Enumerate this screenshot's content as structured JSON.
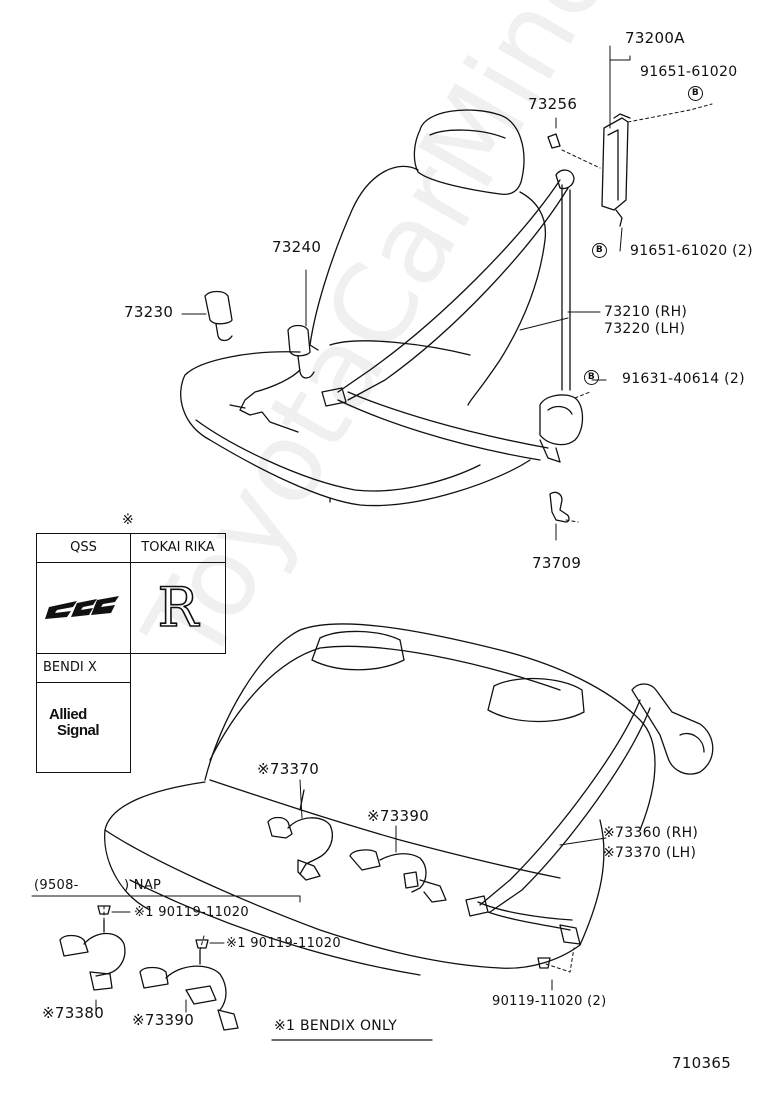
{
  "parts": {
    "p73200A": "73200A",
    "p91651_61020_top": "91651-61020",
    "p73256": "73256",
    "p91651_61020_2": "91651-61020 (2)",
    "p73240": "73240",
    "p73230": "73230",
    "p73210": "73210 (RH)",
    "p73220": "73220 (LH)",
    "p91631_40614": "91631-40614 (2)",
    "p73709": "73709",
    "p73370": "※73370",
    "p73390_top": "※73390",
    "p73360": "※73360 (RH)",
    "p73370_lh": "※73370 (LH)",
    "p90119_a": "※1 90119-11020",
    "p90119_b": "※1 90119-11020",
    "p73380": "※73380",
    "p73390_bottom": "※73390",
    "p90119_2": "90119-11020 (2)"
  },
  "markers": {
    "b": "B"
  },
  "legend": {
    "asterisk": "※",
    "qss": "QSS",
    "tokai_rika": "TOKAI RIKA",
    "bendix": "BENDI X",
    "tokai_logo": "R",
    "allied_line1": "Allied",
    "allied_line2": "Signal"
  },
  "nap": {
    "date": "(9508-",
    "label": ") NAP"
  },
  "note": "※1 BENDIX ONLY",
  "diagram_code": "710365",
  "watermark": "ToyotaCarMine.ru"
}
